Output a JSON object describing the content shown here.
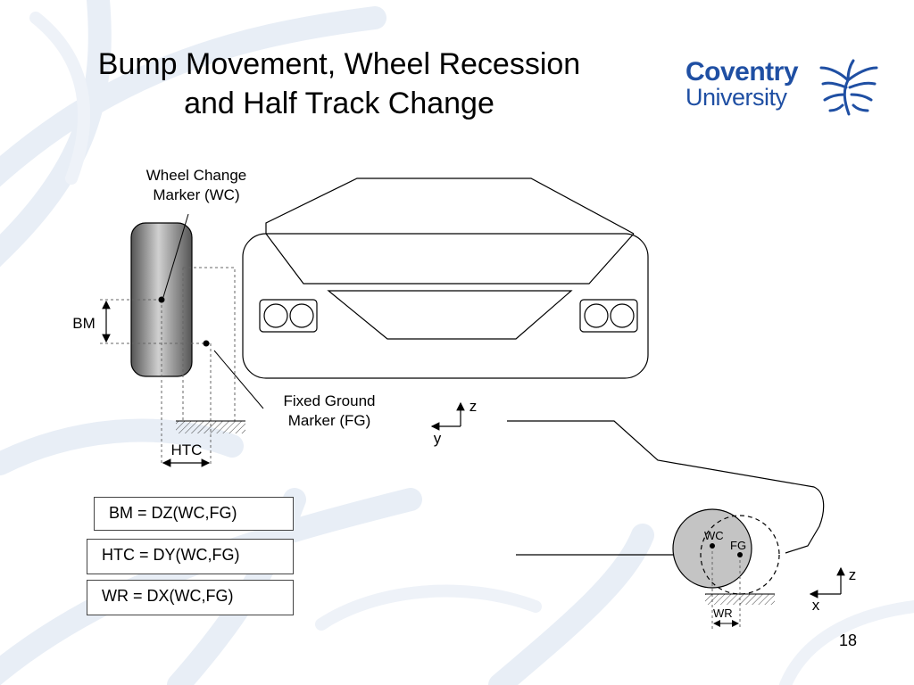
{
  "slide": {
    "title_line1": "Bump Movement, Wheel Recession",
    "title_line2": "and Half Track Change",
    "logo": {
      "line1": "Coventry",
      "line2": "University",
      "icon": "phoenix-logo-icon",
      "color": "#1f4fa3"
    },
    "page_number": "18"
  },
  "front_view": {
    "wc_label_line1": "Wheel Change",
    "wc_label_line2": "Marker (WC)",
    "fg_label_line1": "Fixed Ground",
    "fg_label_line2": "Marker (FG)",
    "bm_label": "BM",
    "htc_label": "HTC",
    "axis_z": "z",
    "axis_y": "y"
  },
  "formulas": [
    "BM = DZ(WC,FG)",
    "HTC = DY(WC,FG)",
    "WR = DX(WC,FG)"
  ],
  "side_view": {
    "wc_label": "WC",
    "fg_label": "FG",
    "wr_label": "WR",
    "axis_z": "z",
    "axis_x": "x"
  }
}
